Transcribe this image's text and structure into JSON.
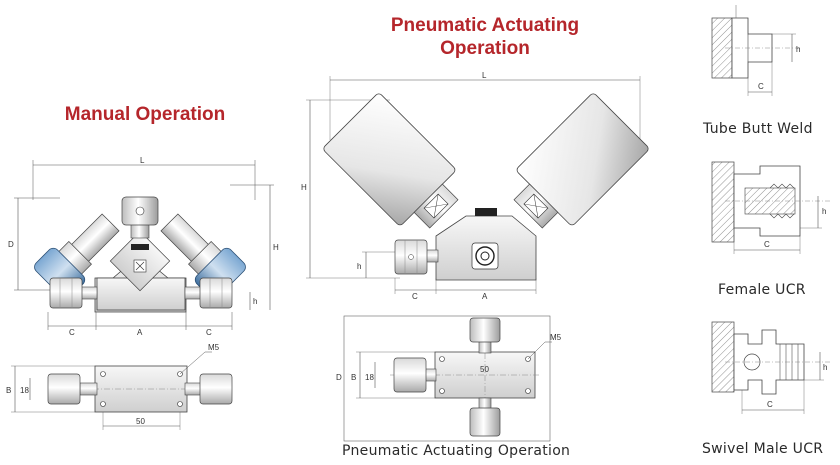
{
  "titles": {
    "manual": "Manual Operation",
    "pneumatic_line1": "Pneumatic Actuating",
    "pneumatic_line2": "Operation"
  },
  "captions": {
    "pneumatic_top": "Pneumatic Actuating Operation",
    "tube_butt_weld": "Tube Butt Weld",
    "female_ucr": "Female UCR",
    "swivel_male_ucr": "Swivel Male UCR"
  },
  "dimension_labels": {
    "L": "L",
    "D": "D",
    "H": "H",
    "h": "h",
    "A": "A",
    "C": "C",
    "B": "B",
    "eighteen": "18",
    "fifty": "50",
    "M5": "M5"
  },
  "colors": {
    "title_red": "#b5262b",
    "handle_blue": "#4a7fb0",
    "line": "#444444",
    "steel_light": "#f2f2f2",
    "steel_dark": "#9a9a9a"
  }
}
